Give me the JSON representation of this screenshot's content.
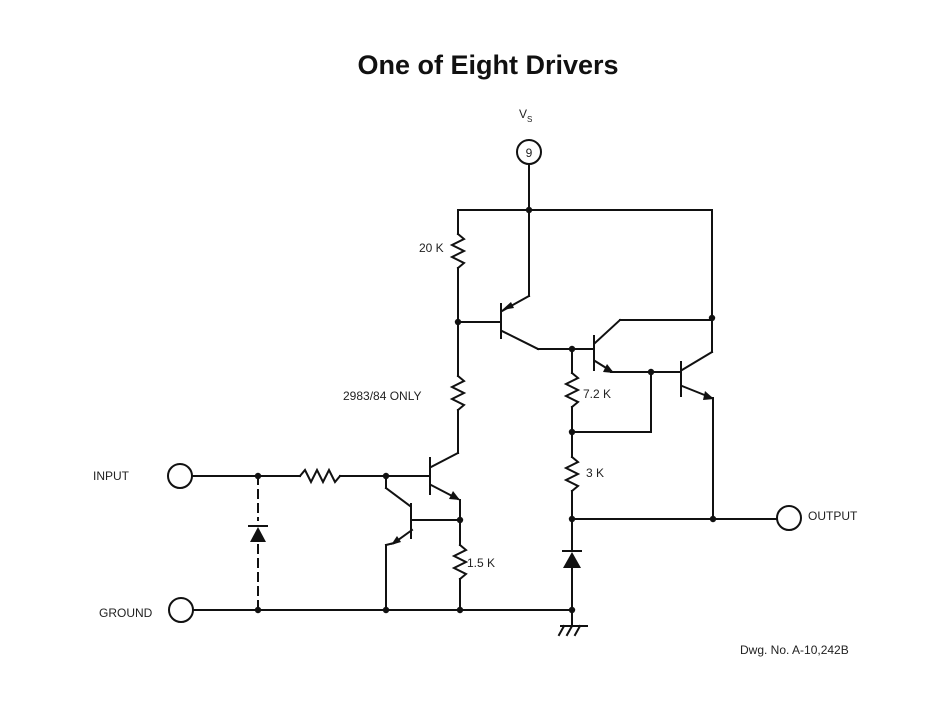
{
  "title": "One of Eight Drivers",
  "supply": {
    "label": "V",
    "subscript": "S",
    "pin": "9"
  },
  "terminals": {
    "input": "INPUT",
    "ground": "GROUND",
    "output": "OUTPUT"
  },
  "components": {
    "r_top": "20 K",
    "r_option": "2983/84 ONLY",
    "r_72": "7.2 K",
    "r_3": "3 K",
    "r_15": "1.5 K"
  },
  "drawing_number": "Dwg. No. A-10,242B"
}
